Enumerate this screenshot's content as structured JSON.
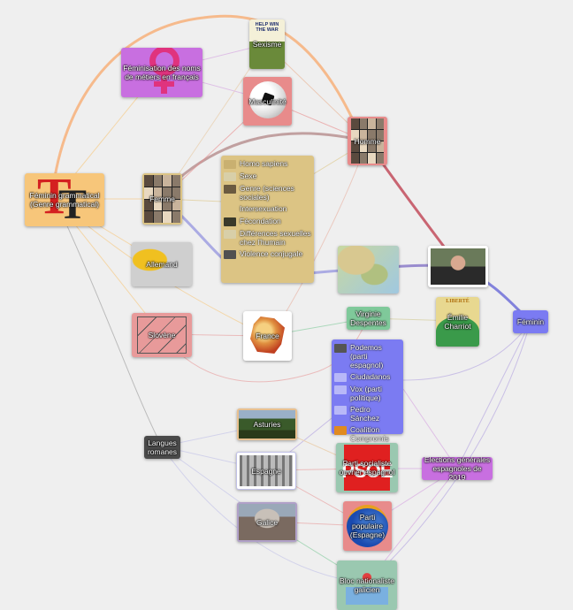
{
  "nodes": {
    "feminin_grammatical": "Féminin grammatical (Genre grammatical)",
    "feminisation": "Féminisation des noms de métiers en français",
    "sexisme": "Sexisme",
    "masculinite": "Masculinité",
    "homme": "Homme",
    "femme": "Femme",
    "allemand": "Allemand",
    "slovene": "Slovène",
    "france": "France",
    "virginie": "Virginie Despentes",
    "emilie": "Émilie Charriot",
    "feminin": "Féminin",
    "langues_romanes": "Langues romanes",
    "asturies": "Asturies",
    "espagne": "Espagne",
    "galice": "Galice",
    "psoe": "Parti socialiste ouvrier espagnol",
    "pp": "Parti populaire (Espagne)",
    "bng": "Bloc nationaliste galicien",
    "elections": "Élections générales espagnoles de 2019"
  },
  "poster_text": "HELP WIN THE WAR",
  "liberte_text": "LIBERTÉ",
  "psoe_logo": "PSOE",
  "concept_list": [
    "Homo sapiens",
    "Sexe",
    "Genre (sciences sociales)",
    "Intersexuation",
    "Fécondation",
    "Différences sexuelles chez l'humain",
    "Violence conjugale"
  ],
  "party_list": [
    "Podemos (parti espagnol)",
    "Ciudadanos",
    "Vox (parti politique)",
    "Pedro Sánchez",
    "Coalition Compromís"
  ],
  "colors": {
    "gold": "#f7c67a",
    "violet": "#c86fe0",
    "pink": "#e88b8b",
    "tan": "#dcc484",
    "blue": "#7b7bf2",
    "green": "#7fc99a",
    "gray": "#8a8a8a",
    "dark": "#4a4a4a"
  }
}
